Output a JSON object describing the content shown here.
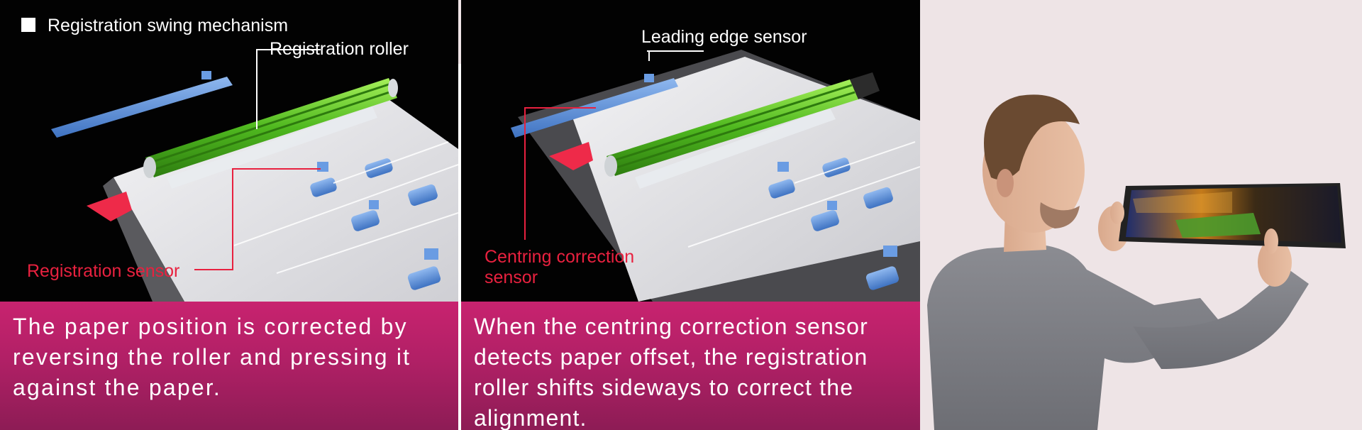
{
  "left_panel": {
    "heading": "Registration swing mechanism",
    "label_roller": "Registration roller",
    "label_sensor": "Registration sensor",
    "caption": "The paper position is corrected by reversing the roller and pressing it against the paper."
  },
  "middle_panel": {
    "label_leading": "Leading edge sensor",
    "label_centring_line1": "Centring correction",
    "label_centring_line2": "sensor",
    "caption": "When the centring correction sensor detects paper offset, the registration roller shifts sideways to correct the alignment."
  },
  "photo_panel": {
    "subject": "man-holding-photo-book"
  },
  "colors": {
    "magenta": "#c8236f",
    "label_red": "#e8213f",
    "roller_green": "#5fc531",
    "sensor_blue": "#5b8fd6"
  }
}
